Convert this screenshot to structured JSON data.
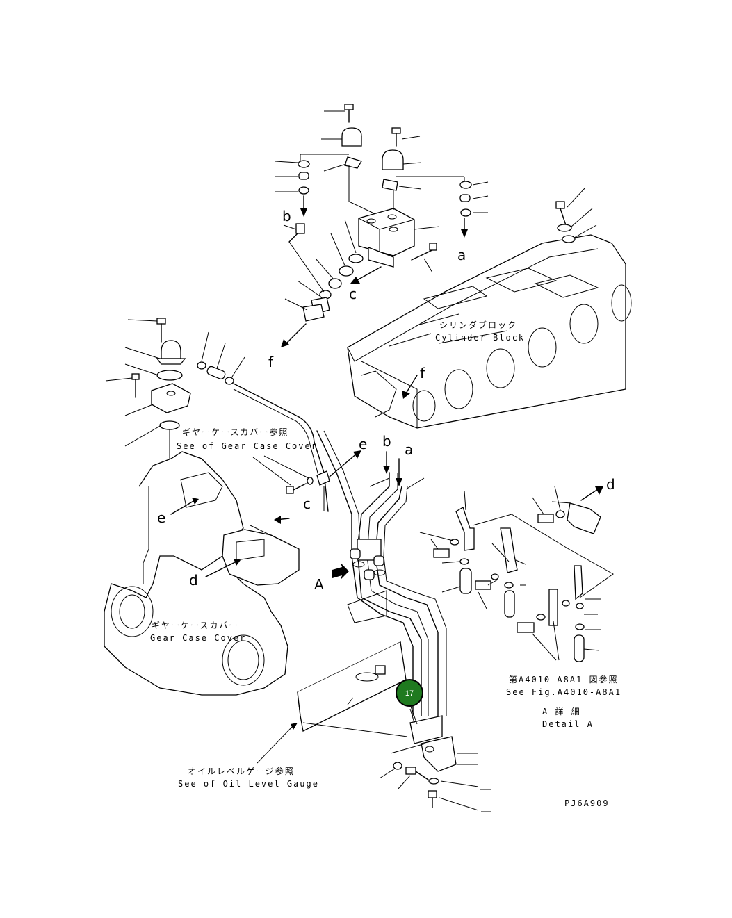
{
  "labels": {
    "cylinder_block_jp": "シリンダブロック",
    "cylinder_block_en": "Cylinder Block",
    "gear_case_cover_ref_jp": "ギヤーケースカバー参照",
    "gear_case_cover_ref_en": "See of Gear Case Cover",
    "gear_case_cover_jp": "ギヤーケースカバー",
    "gear_case_cover_en": "Gear Case Cover",
    "fig_ref_jp": "第A4010-A8A1 図参照",
    "fig_ref_en": "See Fig.A4010-A8A1",
    "detail_jp": "A 詳 細",
    "detail_en": "Detail A",
    "oil_level_jp": "オイルレベルゲージ参照",
    "oil_level_en": "See of Oil Level Gauge",
    "drawing_code": "PJ6A909"
  },
  "markers": {
    "a": "a",
    "b": "b",
    "c": "c",
    "d": "d",
    "e": "e",
    "f": "f",
    "A": "A"
  },
  "callout": {
    "number": "17",
    "color": "#1f7a1f"
  }
}
